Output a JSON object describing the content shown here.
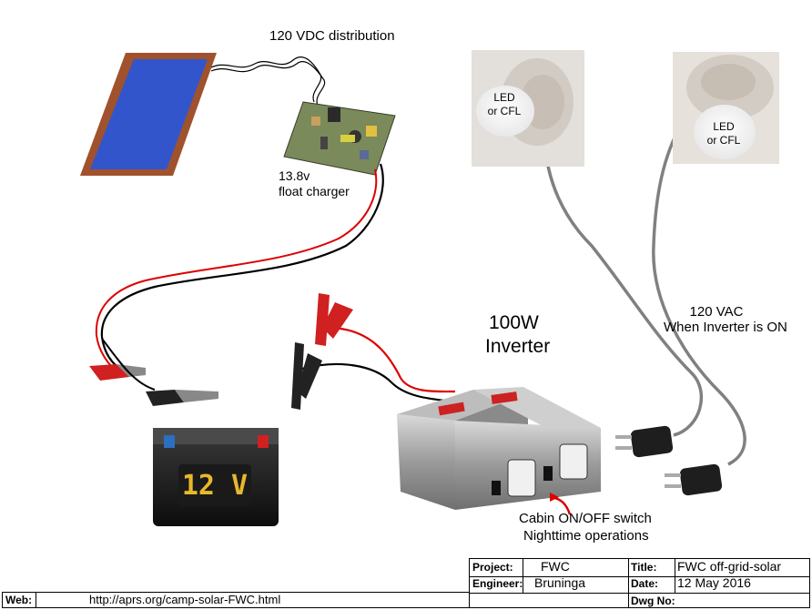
{
  "labels": {
    "dc_distribution": "120 VDC distribution",
    "charger_line1": "13.8v",
    "charger_line2": "float charger",
    "inverter_line1": "100W",
    "inverter_line2": "Inverter",
    "ac_line1": "120 VAC",
    "ac_line2": "When Inverter is ON",
    "switch_line1": "Cabin ON/OFF switch",
    "switch_line2": "Nighttime operations",
    "lamp1_line1": "LED",
    "lamp1_line2": "or CFL",
    "lamp2_line1": "LED",
    "lamp2_line2": "or CFL",
    "battery": "12 V"
  },
  "title_block": {
    "project_key": "Project:",
    "project_val": "FWC",
    "engineer_key": "Engineer:",
    "engineer_val": "Bruninga",
    "title_key": "Title:",
    "title_val": "FWC off-grid-solar",
    "date_key": "Date:",
    "date_val": "12 May 2016",
    "dwg_key": "Dwg No:",
    "dwg_val": "",
    "web_key": "Web:",
    "web_val": "http://aprs.org/camp-solar-FWC.html"
  }
}
